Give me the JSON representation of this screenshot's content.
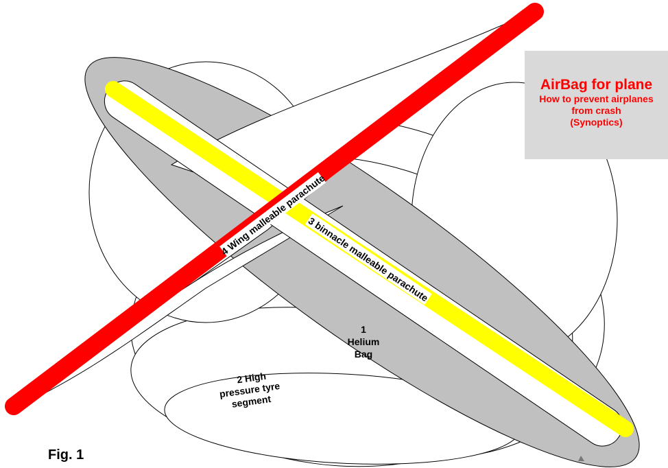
{
  "title": {
    "heading": "AirBag for plane",
    "line1": "How to prevent airplanes",
    "line2": "from crash",
    "line3": "(Synoptics)"
  },
  "labels": {
    "wing": "4 Wing malleable parachute",
    "binnacle": "3 binnacle malleable parachute",
    "helium_1": "1",
    "helium_2": "Helium",
    "helium_3": "Bag",
    "tyre_1": "2 High",
    "tyre_2": "pressure tyre",
    "tyre_3": "segment"
  },
  "figure_label": "Fig. 1",
  "colors": {
    "wing": "#ff0000",
    "binnacle": "#ffff00",
    "bag": "#c0c0c0",
    "title_bg": "#d9d9d9",
    "title_text": "#ff0000"
  }
}
